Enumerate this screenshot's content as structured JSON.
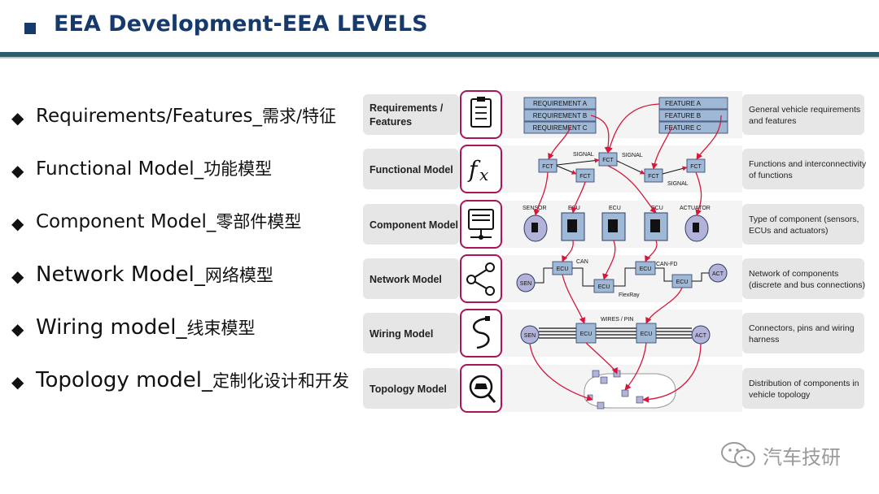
{
  "header": {
    "title": "EEA Development-EEA LEVELS"
  },
  "bullets": [
    {
      "en": "Requirements/Features_",
      "cn": "需求/特征"
    },
    {
      "en": "Functional Model_",
      "cn": "功能模型"
    },
    {
      "en": "Component Model_",
      "cn": "零部件模型"
    },
    {
      "en": "Network Model_",
      "cn": "网络模型"
    },
    {
      "en": "Wiring model_",
      "cn": "线束模型"
    },
    {
      "en": "Topology model_",
      "cn": "定制化设计和开发"
    }
  ],
  "bullet_symbol": "◆",
  "diagram": {
    "rows": [
      {
        "label_1": "Requirements /",
        "label_2": "Features",
        "icon": "clipboard-icon",
        "desc_1": "General vehicle requirements",
        "desc_2": "and features"
      },
      {
        "label_1": "Functional Model",
        "label_2": "",
        "icon": "fx-icon",
        "desc_1": "Functions and interconnectivity",
        "desc_2": "of functions"
      },
      {
        "label_1": "Component Model",
        "label_2": "",
        "icon": "server-icon",
        "desc_1": "Type of component (sensors,",
        "desc_2": "ECUs and actuators)"
      },
      {
        "label_1": "Network Model",
        "label_2": "",
        "icon": "network-nodes-icon",
        "desc_1": "Network of components",
        "desc_2": "(discrete and bus connections)"
      },
      {
        "label_1": "Wiring Model",
        "label_2": "",
        "icon": "cable-icon",
        "desc_1": "Connectors, pins and wiring",
        "desc_2": "harness"
      },
      {
        "label_1": "Topology Model",
        "label_2": "",
        "icon": "car-search-icon",
        "desc_1": "Distribution of components in",
        "desc_2": "vehicle topology"
      }
    ],
    "requirements": [
      "REQUIREMENT A",
      "REQUIREMENT B",
      "REQUIREMENT C"
    ],
    "features": [
      "FEATURE A",
      "FEATURE B",
      "FEATURE C"
    ],
    "fct_label": "FCT",
    "signal_label": "SIGNAL",
    "component_labels": {
      "sensor": "SENSOR",
      "ecu": "ECU",
      "actuator": "ACTUATOR"
    },
    "network_labels": {
      "sen": "SEN",
      "ecu": "ECU",
      "act": "ACT",
      "can": "CAN",
      "canfd": "CAN-FD",
      "flexray": "FlexRay"
    },
    "wiring_labels": {
      "sen": "SEN",
      "ecu": "ECU",
      "act": "ACT",
      "wires": "WIRES / PIN"
    },
    "colors": {
      "row_bg": "#e6e6e6",
      "icon_border": "#a8155a",
      "box_blue": "#9fb8d6",
      "arrow_red": "#d6173b",
      "node_purple": "#b3b3d9"
    }
  },
  "watermark": {
    "text": "汽车技研"
  }
}
